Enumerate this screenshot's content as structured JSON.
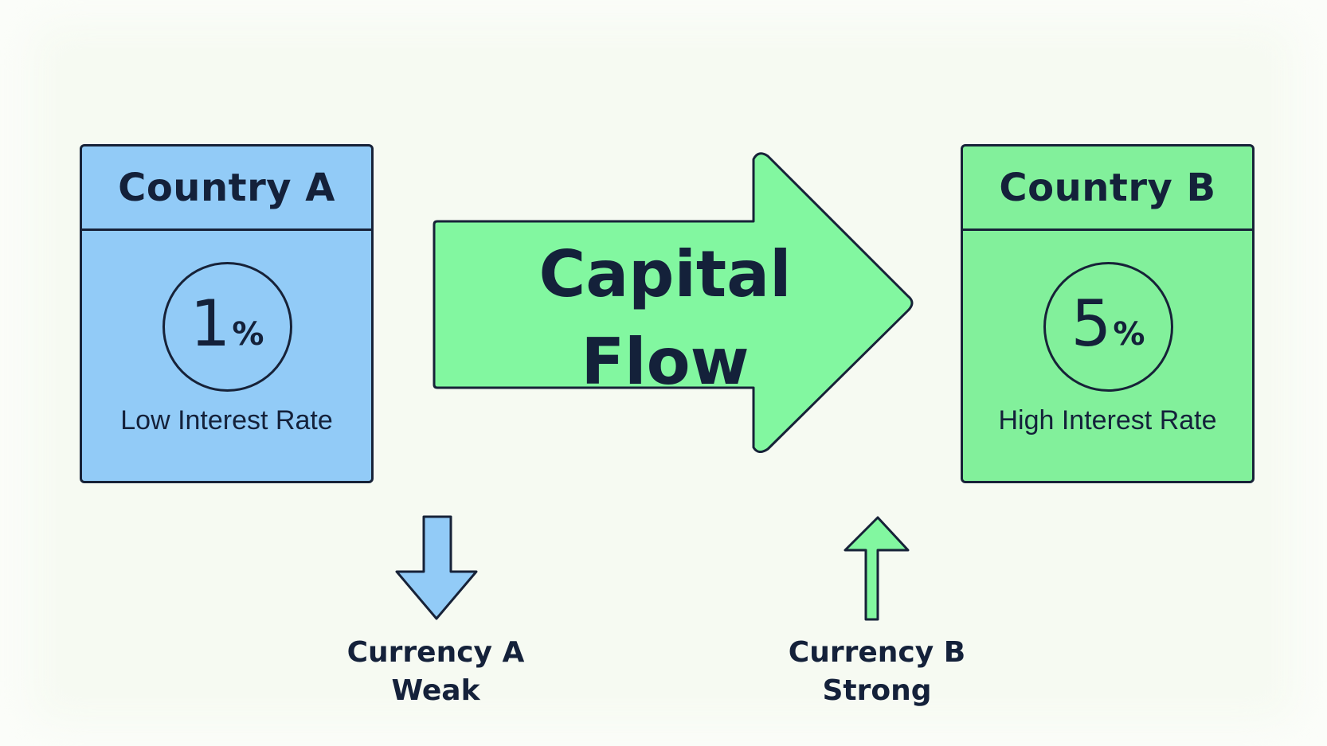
{
  "country_a": {
    "title": "Country A",
    "rate_number": "1",
    "rate_symbol": "%",
    "rate_label": "Low Interest Rate",
    "fill_color": "#92cbf7"
  },
  "country_b": {
    "title": "Country B",
    "rate_number": "5",
    "rate_symbol": "%",
    "rate_label": "High Interest Rate",
    "fill_color": "#82f09b"
  },
  "flow": {
    "line1": "Capital",
    "line2": "Flow",
    "fill_color": "#82f7a0"
  },
  "currency_a": {
    "name": "Currency A",
    "status": "Weak",
    "direction": "down-arrow-icon"
  },
  "currency_b": {
    "name": "Currency B",
    "status": "Strong",
    "direction": "up-arrow-icon"
  },
  "outline_color": "#172238"
}
